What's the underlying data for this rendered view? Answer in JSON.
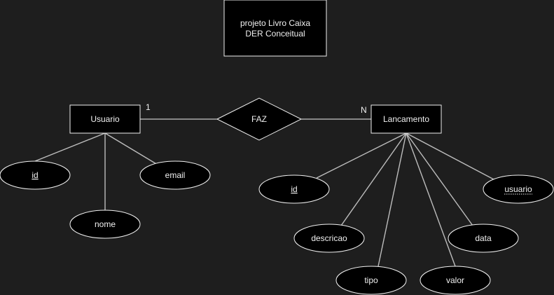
{
  "title_box": {
    "line1": "projeto Livro Caixa",
    "line2": "DER Conceitual"
  },
  "entities": {
    "usuario": "Usuario",
    "lancamento": "Lancamento"
  },
  "relationship": {
    "label": "FAZ",
    "card_left": "1",
    "card_right": "N"
  },
  "usuario_attrs": {
    "id": "id",
    "email": "email",
    "nome": "nome"
  },
  "lancamento_attrs": {
    "id": "id",
    "usuario": "usuario",
    "descricao": "descricao",
    "data": "data",
    "tipo": "tipo",
    "valor": "valor"
  }
}
